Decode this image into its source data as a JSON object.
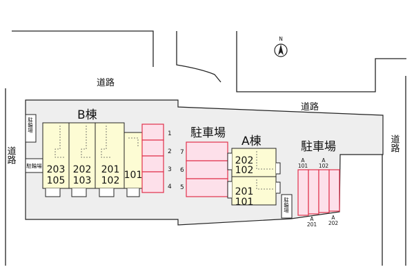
{
  "labels": {
    "road_top": "道路",
    "road_top_right": "道路",
    "road_left": "道路",
    "road_right": "道路",
    "building_b": "B棟",
    "building_a": "A棟",
    "parking_center": "駐車場",
    "parking_right": "駐車場",
    "bicycle_parking_left_top": "駐輪場",
    "bicycle_parking_left_small": "駐輪場",
    "bicycle_parking_a": "駐輪場",
    "north": "N"
  },
  "building_b_units": [
    {
      "upper": "203",
      "lower": "105"
    },
    {
      "upper": "202",
      "lower": "103"
    },
    {
      "upper": "201",
      "lower": "102"
    },
    {
      "upper": "101",
      "lower": ""
    }
  ],
  "building_a_units": [
    {
      "upper": "202",
      "lower": "102"
    },
    {
      "upper": "201",
      "lower": "101"
    }
  ],
  "parking_left_numbers": [
    "1",
    "2",
    "3",
    "4"
  ],
  "parking_center_numbers": [
    "7",
    "6",
    "5"
  ],
  "parking_right_top": [
    {
      "line1": "A",
      "line2": "101"
    },
    {
      "line1": "A",
      "line2": "102"
    }
  ],
  "parking_right_bottom": [
    {
      "line1": "A",
      "line2": "201"
    },
    {
      "line1": "A",
      "line2": "202"
    }
  ],
  "colors": {
    "lot": "#eeeeee",
    "building": "#fdfcd4",
    "parking_fill": "#fde0ea",
    "parking_stroke": "#e0304a",
    "outline": "#222222"
  }
}
